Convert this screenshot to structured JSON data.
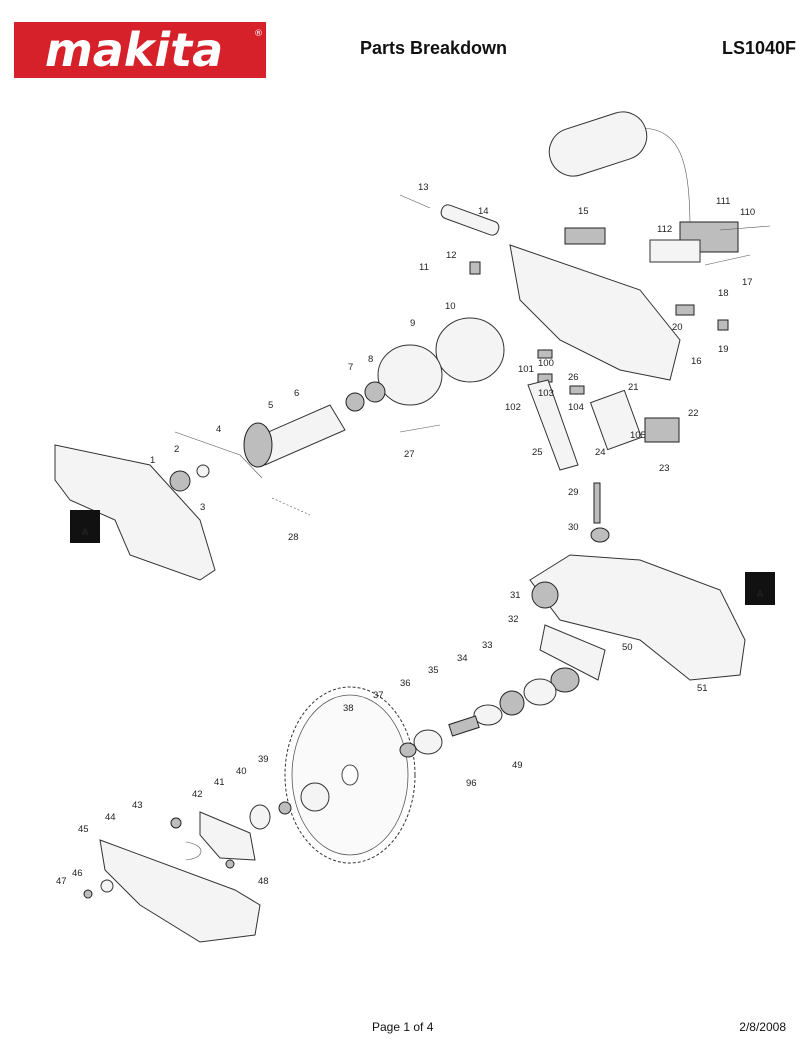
{
  "header": {
    "brand": "makita",
    "brand_mark": "®",
    "title": "Parts Breakdown",
    "model": "LS1040F"
  },
  "footer": {
    "page": "Page 1 of 4",
    "date": "2/8/2008"
  },
  "diagram": {
    "section_markers": [
      "A",
      "A"
    ],
    "part_labels": [
      "1",
      "2",
      "3",
      "4",
      "5",
      "6",
      "7",
      "8",
      "9",
      "10",
      "11",
      "12",
      "13",
      "14",
      "15",
      "16",
      "17",
      "18",
      "19",
      "20",
      "21",
      "22",
      "23",
      "24",
      "25",
      "26",
      "27",
      "28",
      "29",
      "30",
      "31",
      "32",
      "33",
      "34",
      "35",
      "36",
      "37",
      "38",
      "39",
      "40",
      "41",
      "42",
      "43",
      "44",
      "45",
      "46",
      "47",
      "48",
      "49",
      "50",
      "51",
      "96",
      "100",
      "101",
      "102",
      "103",
      "104",
      "105",
      "110",
      "111",
      "112"
    ]
  },
  "colors": {
    "brand_red": "#d6202a",
    "ink": "#111111"
  }
}
